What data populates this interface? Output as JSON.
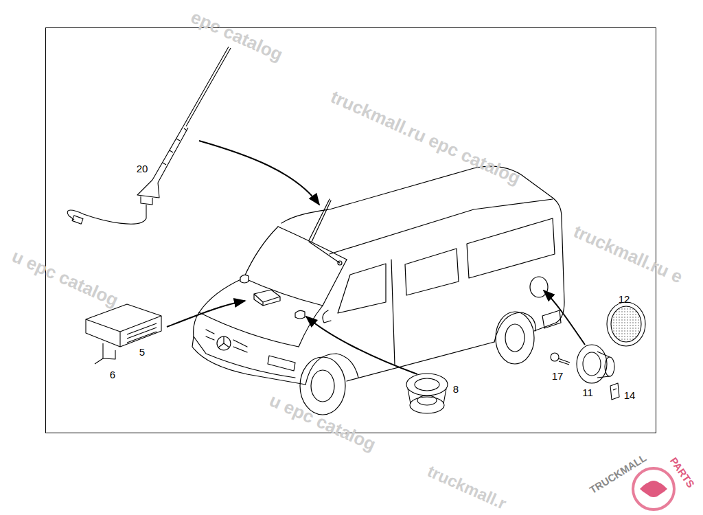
{
  "diagram": {
    "labels": [
      "20",
      "5",
      "6",
      "8",
      "17",
      "11",
      "12",
      "14",
      "epc catalog",
      "truckmall.ru epc catalog",
      "truckmall.ru e",
      "u epc catalog",
      "u epc catalog",
      "truckmall.r",
      "TRUCKMALL",
      "PARTS"
    ]
  }
}
